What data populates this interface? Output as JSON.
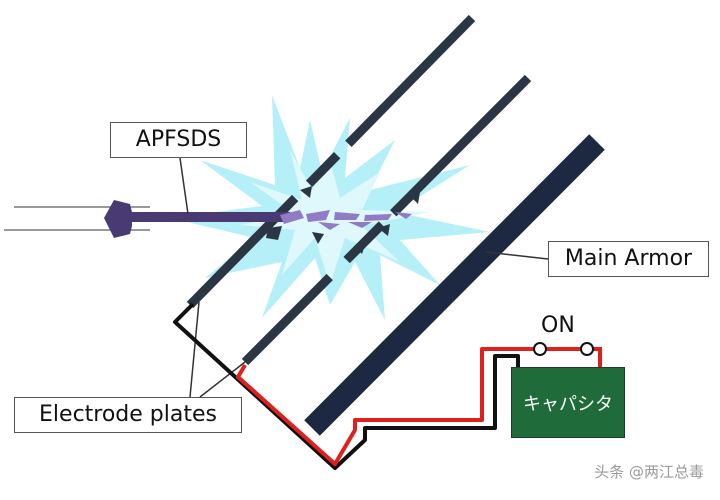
{
  "labels": {
    "projectile": "APFSDS",
    "main_armor": "Main Armor",
    "electrode_plates": "Electrode plates",
    "switch_state": "ON",
    "capacitor": "キャパシタ"
  },
  "watermark": "头条 @两江总毒",
  "colors": {
    "plate": "#2b3645",
    "main_armor": "#1c2940",
    "projectile": "#4a3a73",
    "fragments": "#8f7cc4",
    "burst": "#a8ecf6",
    "burst_core": "#dff8fc",
    "positive_wire": "#e0201c",
    "negative_wire": "#111111",
    "capacitor": "#1f6b3a"
  }
}
